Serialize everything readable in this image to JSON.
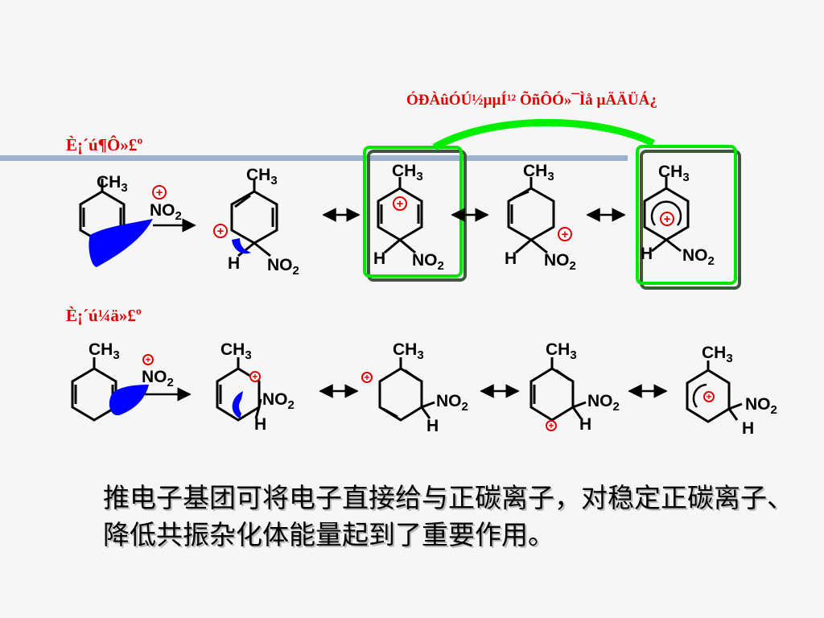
{
  "slide": {
    "title_note": "ÓÐÀûÓÚ½µµÍ¹² ÕñÔÓ»¯Ìå µÄÄÜÁ¿",
    "label_para": "È¡´ú¶Ô»£º",
    "label_ortho": "È¡´ú¼ä»£º",
    "conclusion": "推电子基团可将电子直接给与正碳离子，对稳定正碳离子、降低共振杂化体能量起到了重要作用。"
  },
  "chem": {
    "ch3": "CH",
    "ch3_sub": "3",
    "no2": "NO",
    "no2_sub": "2",
    "h": "H",
    "plus": "+"
  },
  "colors": {
    "label_red": "#e00000",
    "arrow_blue": "#0000ff",
    "highlight_green": "#00e600",
    "charge_red": "#e00000",
    "separator": "#9bb3cf"
  }
}
